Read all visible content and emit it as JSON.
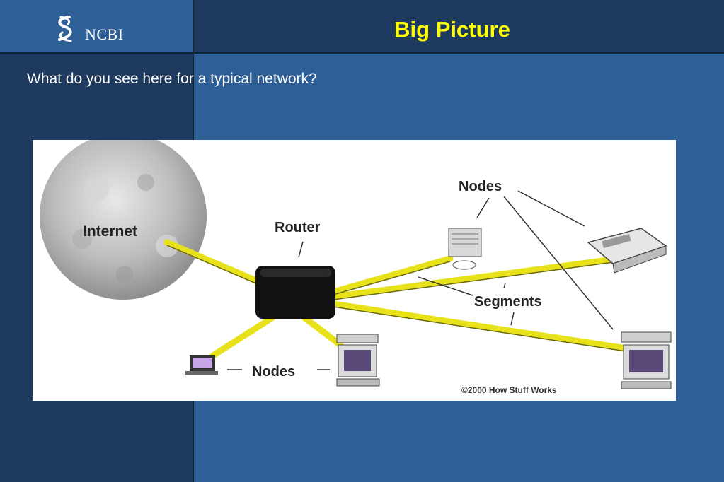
{
  "header": {
    "logo_text": "NCBI",
    "title": "Big Picture"
  },
  "body": {
    "question": "What do you see here for a typical network?"
  },
  "diagram": {
    "labels": {
      "internet": "Internet",
      "router": "Router",
      "nodes_top": "Nodes",
      "nodes_bottom": "Nodes",
      "segments": "Segments",
      "copyright": "©2000 How Stuff Works"
    },
    "colors": {
      "segment_cable": "#e8e21a",
      "router": "#111111"
    },
    "icons": [
      "globe-icon",
      "router-icon",
      "server-node-icon",
      "printer-node-icon",
      "laptop-node-icon",
      "desktop-node-icon",
      "workstation-node-icon"
    ]
  },
  "colors": {
    "title": "#ffff00",
    "background": "#2e5f96",
    "panel_dark": "#1f3a5f"
  }
}
